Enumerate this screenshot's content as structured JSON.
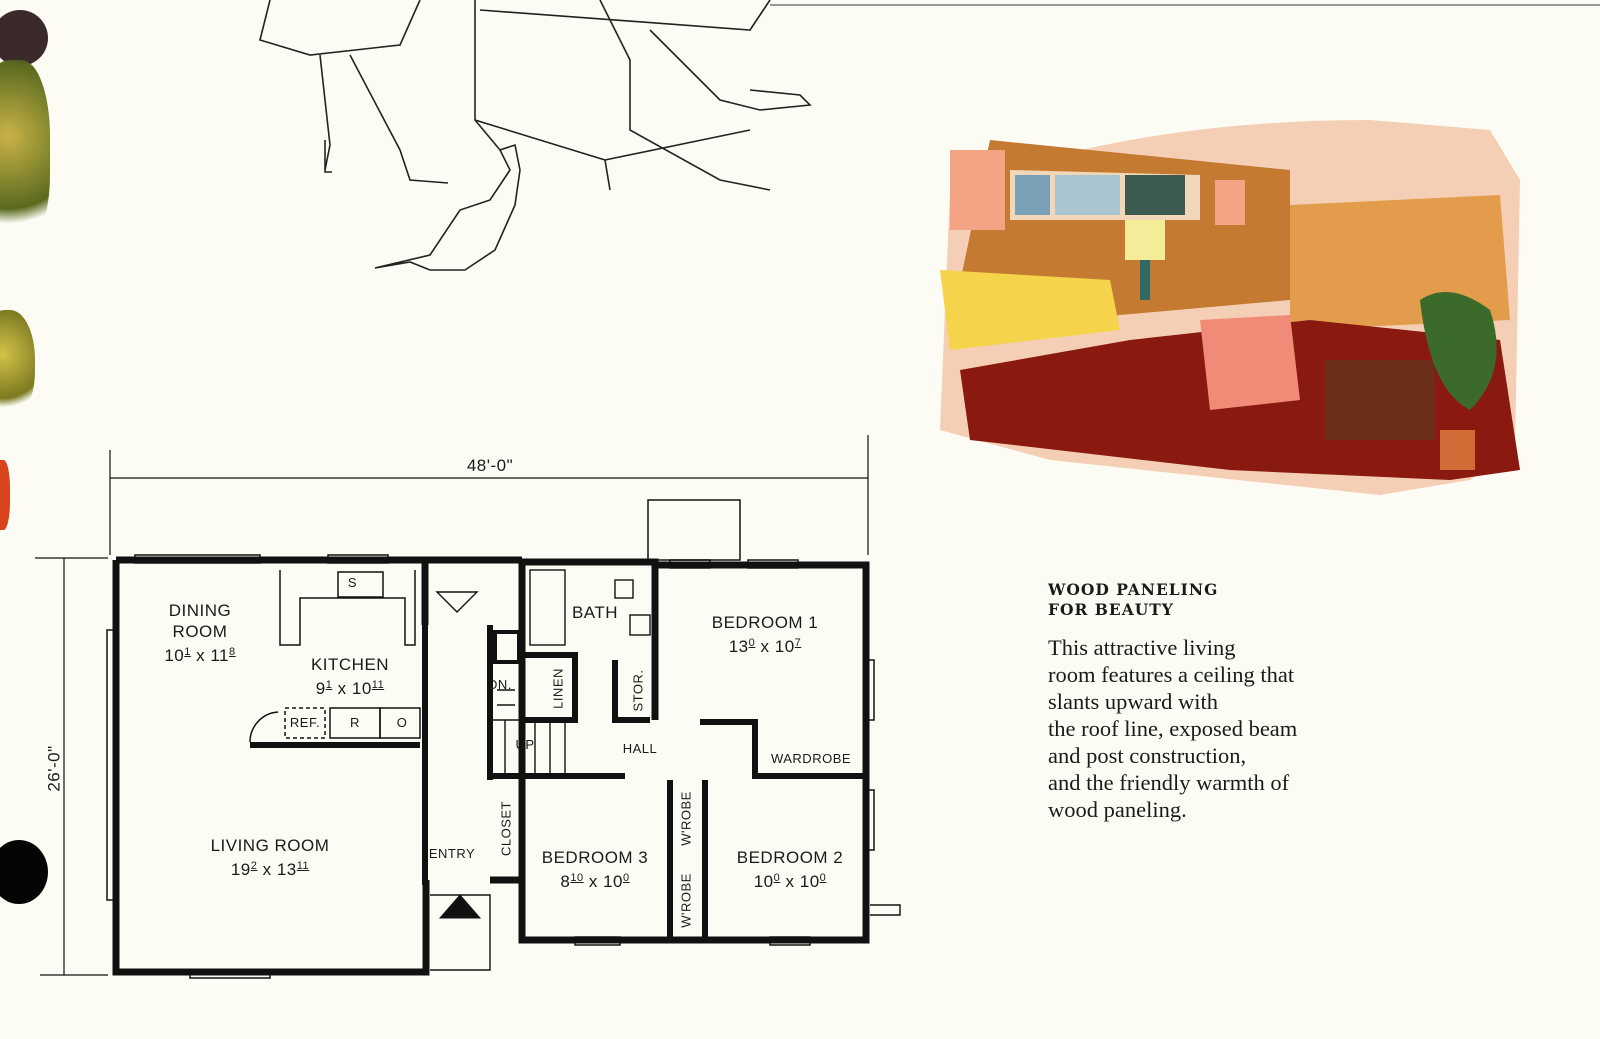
{
  "caption": {
    "title_line1": "WOOD PANELING",
    "title_line2": "FOR BEAUTY",
    "body_lines": [
      "This attractive living",
      "room features a ceiling that",
      "slants upward with",
      "the roof line, exposed beam",
      "and post construction,",
      "and the friendly warmth of",
      "wood paneling."
    ]
  },
  "floor_plan": {
    "width_dimension": "48'-0\"",
    "depth_dimension": "26'-0\"",
    "rooms": {
      "dining": {
        "name_1": "DINING",
        "name_2": "ROOM",
        "w_ft": "10",
        "w_in": "1",
        "d_ft": "11",
        "d_in": "8"
      },
      "kitchen": {
        "name": "KITCHEN",
        "w_ft": "9",
        "w_in": "1",
        "d_ft": "10",
        "d_in": "11"
      },
      "living": {
        "name": "LIVING ROOM",
        "w_ft": "19",
        "w_in": "2",
        "d_ft": "13",
        "d_in": "11"
      },
      "bedroom1": {
        "name": "BEDROOM 1",
        "w_ft": "13",
        "w_in": "0",
        "d_ft": "10",
        "d_in": "7"
      },
      "bedroom2": {
        "name": "BEDROOM 2",
        "w_ft": "10",
        "w_in": "0",
        "d_ft": "10",
        "d_in": "0"
      },
      "bedroom3": {
        "name": "BEDROOM 3",
        "w_ft": "8",
        "w_in": "10",
        "d_ft": "10",
        "d_in": "0"
      }
    },
    "labels": {
      "bath": "BATH",
      "linen": "LINEN",
      "stor": "STOR.",
      "hall": "HALL",
      "wardrobe": "WARDROBE",
      "wrobe": "W'ROBE",
      "closet": "CLOSET",
      "entry": "ENTRY",
      "dn": "DN.",
      "up": "UP",
      "ref": "REF.",
      "sink": "S",
      "range": "R",
      "oven": "O"
    },
    "x_separator": "x"
  },
  "colors": {
    "paper": "#fdfcf4",
    "ink": "#111111",
    "carpet": "#8a1a10",
    "paneling": "#d99a4a"
  }
}
